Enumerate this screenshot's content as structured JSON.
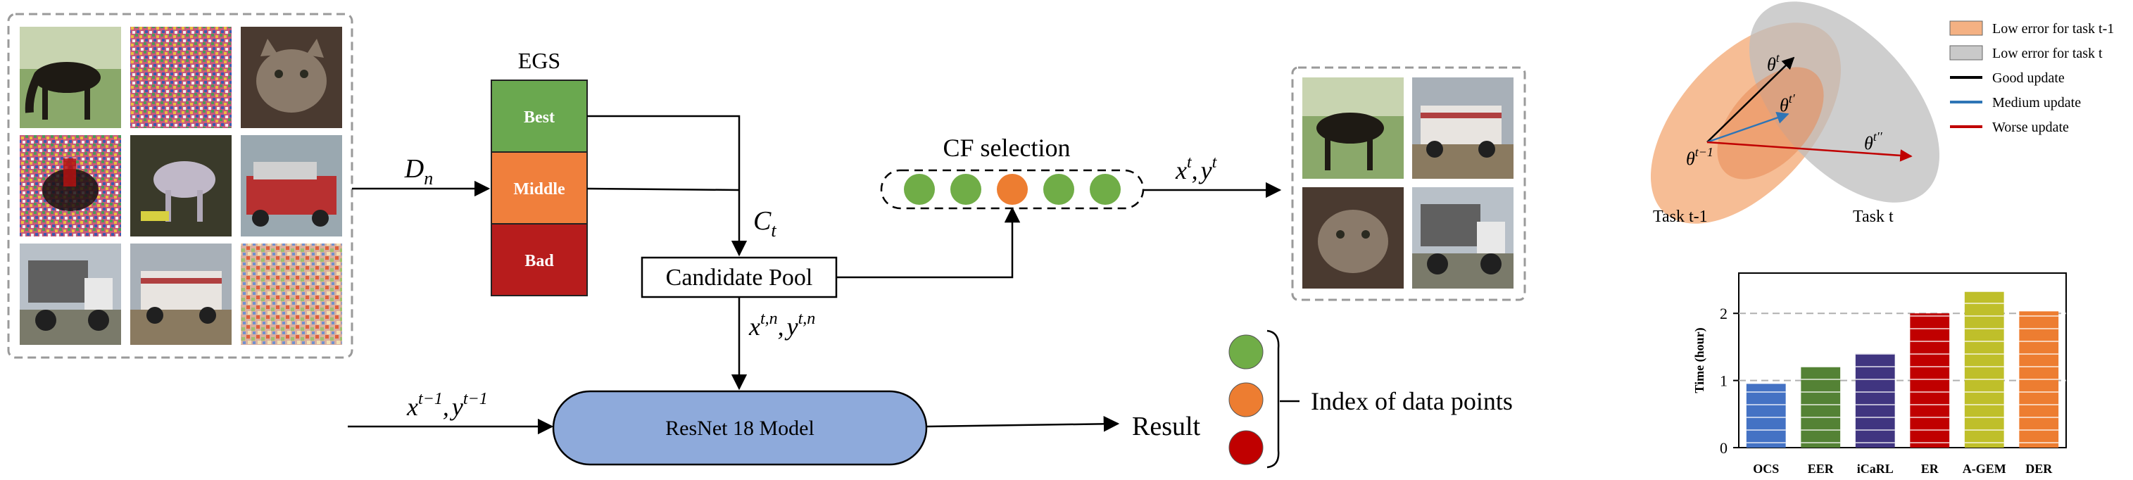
{
  "input_panel": {
    "images": [
      "horse",
      "noisy-horse",
      "cat",
      "noisy-rider",
      "blurry-horse",
      "fire-truck",
      "dump-truck",
      "ambulance-truck",
      "blurry-noise"
    ]
  },
  "labels": {
    "dn": "D",
    "dn_sub": "n",
    "egs_title": "EGS",
    "egs_best": "Best",
    "egs_middle": "Middle",
    "egs_bad": "Bad",
    "ct": "C",
    "ct_sub": "t",
    "candidate_pool": "Candidate Pool",
    "xtn": "x",
    "xtn_sup": "t,n",
    "ytn": "y",
    "ytn_sup": "t,n",
    "cf_selection": "CF selection",
    "xt": "x",
    "xt_sup": "t",
    "yt": "y",
    "yt_sup": "t",
    "xt1": "x",
    "xt1_sup": "t−1",
    "yt1": "y",
    "yt1_sup": "t−1",
    "model": "ResNet 18 Model",
    "result": "Result",
    "index_label": "Index of data points",
    "comma": ","
  },
  "cf_dots": [
    "green",
    "green",
    "orange",
    "green",
    "green"
  ],
  "output_images": [
    "horse",
    "ambulance-truck",
    "cat",
    "dump-truck"
  ],
  "index_dots": [
    "green",
    "orange",
    "red"
  ],
  "colors": {
    "green": "#70ad47",
    "orange": "#ed7d31",
    "red": "#c00000",
    "model_fill": "#8eaadb",
    "egs_best": "#6aa84f",
    "egs_middle": "#f07f3c",
    "egs_bad": "#b71c1c"
  },
  "legend": {
    "items": [
      {
        "label": "Low error for task t-1",
        "kind": "swatch",
        "color": "#f4b183"
      },
      {
        "label": "Low error for task t",
        "kind": "swatch",
        "color": "#c9c9c9"
      },
      {
        "label": "Good update",
        "kind": "line",
        "color": "#000000"
      },
      {
        "label": "Medium update",
        "kind": "line",
        "color": "#2e75b6"
      },
      {
        "label": "Worse update",
        "kind": "line",
        "color": "#c00000"
      }
    ]
  },
  "ellipse_diagram": {
    "theta_t1": "θ",
    "theta_t1_sup": "t−1",
    "theta_t": "θ",
    "theta_t_sup": "t",
    "theta_tp": "θ",
    "theta_tp_sup": "t′",
    "theta_tpp": "θ",
    "theta_tpp_sup": "t′′",
    "task_t1": "Task t-1",
    "task_t": "Task t"
  },
  "chart_data": {
    "type": "bar",
    "categories": [
      "OCS",
      "EER",
      "iCaRL",
      "ER",
      "A-GEM",
      "DER"
    ],
    "values": [
      0.95,
      1.2,
      1.4,
      2.0,
      2.32,
      2.03
    ],
    "colors": [
      "#4472c4",
      "#548235",
      "#403580",
      "#c00000",
      "#bfbf2a",
      "#ed7d31"
    ],
    "ylabel": "Time (hour)",
    "yticks": [
      0,
      1,
      2
    ],
    "ylim": [
      0,
      2.6
    ],
    "grid": "dashed at ticks"
  }
}
